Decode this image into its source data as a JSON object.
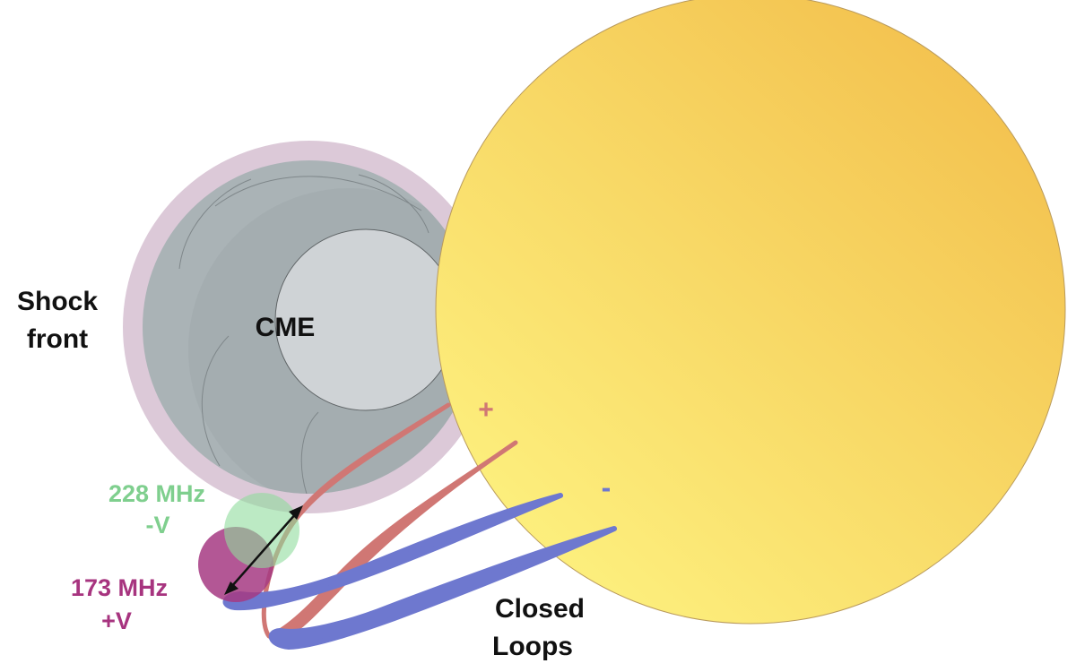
{
  "labels": {
    "shock_front_line1": "Shock",
    "shock_front_line2": "front",
    "cme": "CME",
    "freq_228": "228 MHz",
    "freq_228_pol": "-V",
    "freq_173": "173 MHz",
    "freq_173_pol": "+V",
    "plus_sign": "+",
    "minus_sign": "-",
    "closed_loops_line1": "Closed",
    "closed_loops_line2": "Loops"
  },
  "colors": {
    "sun_light": "#fbeb75",
    "sun_dark": "#f3c24f",
    "shock_ring": "#dcc9d8",
    "cme_gray": "#a9b2b5",
    "cme_inner": "#cfd3d6",
    "red_loop": "#d07774",
    "blue_loop": "#6e78cf",
    "green_text": "#7fcf8e",
    "green_circle": "#8fdc9c",
    "magenta_text": "#a7347f",
    "magenta_circle": "#a63a82",
    "text_dark": "#111111"
  }
}
